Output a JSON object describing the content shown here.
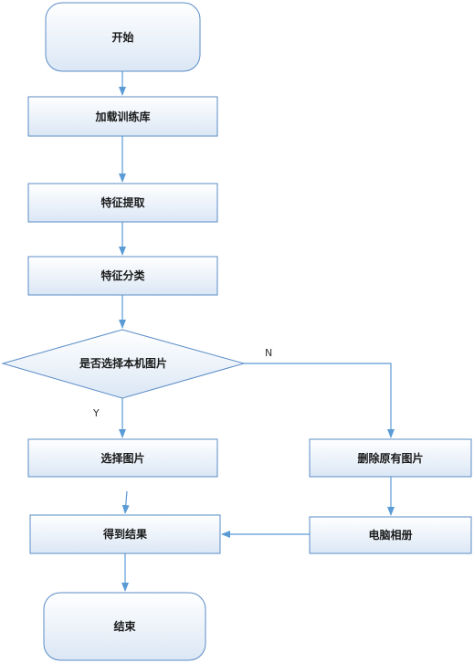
{
  "nodes": {
    "start": "开始",
    "load_db": "加载训练库",
    "feature_extract": "特征提取",
    "feature_classify": "特征分类",
    "decision": "是否选择本机图片",
    "select_image": "选择图片",
    "delete_image": "删除原有图片",
    "result": "得到结果",
    "computer_album": "电脑相册",
    "end": "结束"
  },
  "edge_labels": {
    "yes": "Y",
    "no": "N"
  },
  "colors": {
    "stroke": "#5a8cc6",
    "fill_top": "#ffffff",
    "fill_bottom": "#dce8f6",
    "arrow": "#5b9bd5"
  }
}
